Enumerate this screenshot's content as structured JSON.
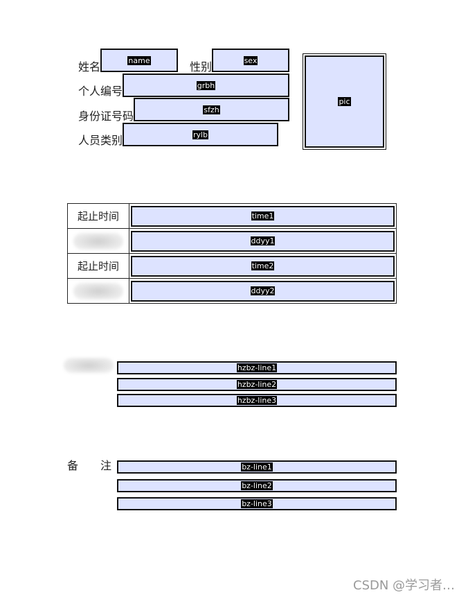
{
  "personal": {
    "name_label": "姓名",
    "name_field": "name",
    "sex_label": "性别",
    "sex_field": "sex",
    "id_label": "个人编号",
    "id_field": "grbh",
    "idcard_label": "身份证号码",
    "idcard_field": "sfzh",
    "type_label": "人员类别",
    "type_field": "rylb",
    "photo_field": "pic"
  },
  "period_table": {
    "rows": [
      {
        "label": "起止时间",
        "field": "time1"
      },
      {
        "label": "",
        "field": "ddyy1"
      },
      {
        "label": "起止时间",
        "field": "time2"
      },
      {
        "label": "",
        "field": "ddyy2"
      }
    ]
  },
  "hzbz": {
    "label": "",
    "lines": [
      "hzbz-line1",
      "hzbz-line2",
      "hzbz-line3"
    ]
  },
  "remarks": {
    "label": "备　　注",
    "lines": [
      "bz-line1",
      "bz-line2",
      "bz-line3"
    ]
  },
  "watermark": "CSDN @学习者…",
  "colors": {
    "field_fill": "#dde3ff",
    "border": "#111111"
  }
}
